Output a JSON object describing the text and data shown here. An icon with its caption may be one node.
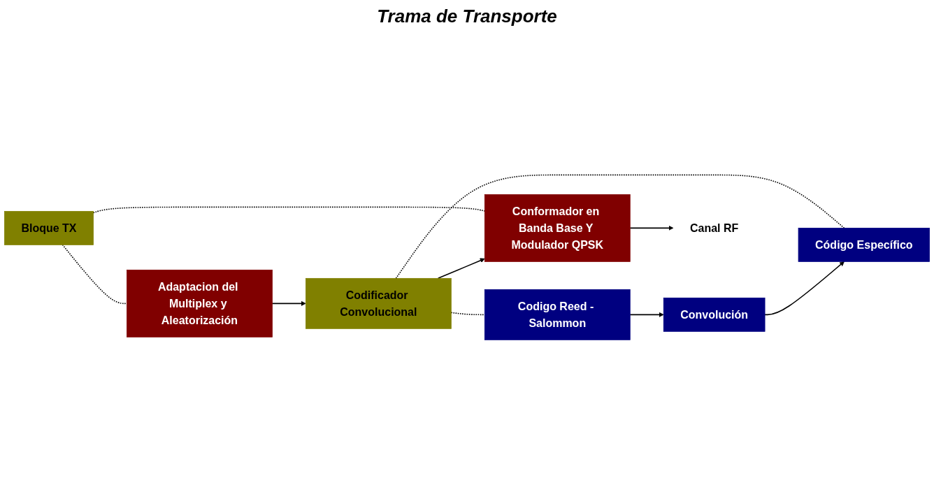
{
  "diagram": {
    "title": "Trama de Transporte",
    "nodes": [
      {
        "text": [
          "Bloque TX"
        ]
      },
      {
        "text": [
          "Adaptacion del Multiplex y Aleatorización"
        ]
      },
      {
        "text": [
          "Codificador Convolucional"
        ]
      },
      {
        "text": [
          "Conformador en Banda Base Y Modulador QPSK"
        ]
      },
      {
        "text": [
          "Codigo Reed - Salommon"
        ]
      },
      {
        "text": [
          "Convolución"
        ]
      },
      {
        "text": [
          "Código Específico"
        ]
      },
      {
        "text": [
          "Canal RF"
        ]
      }
    ],
    "edges": [
      {
        "from": 0,
        "to": 1,
        "arrow": "none",
        "style": "dashed"
      },
      {
        "from": 0,
        "to": 3,
        "arrow": "none",
        "style": "dashed"
      },
      {
        "from": 1,
        "to": 2,
        "arrow": "to"
      },
      {
        "from": 2,
        "to": 3,
        "arrow": "to"
      },
      {
        "from": 3,
        "to": 7,
        "arrow": "to"
      },
      {
        "from": 2,
        "to": 4,
        "arrow": "none",
        "style": "dashed"
      },
      {
        "from": 2,
        "to": 6,
        "arrow": "none",
        "style": "dashed"
      },
      {
        "from": 4,
        "to": 5,
        "arrow": "to"
      },
      {
        "from": 5,
        "to": 6,
        "arrow": "to"
      }
    ]
  }
}
